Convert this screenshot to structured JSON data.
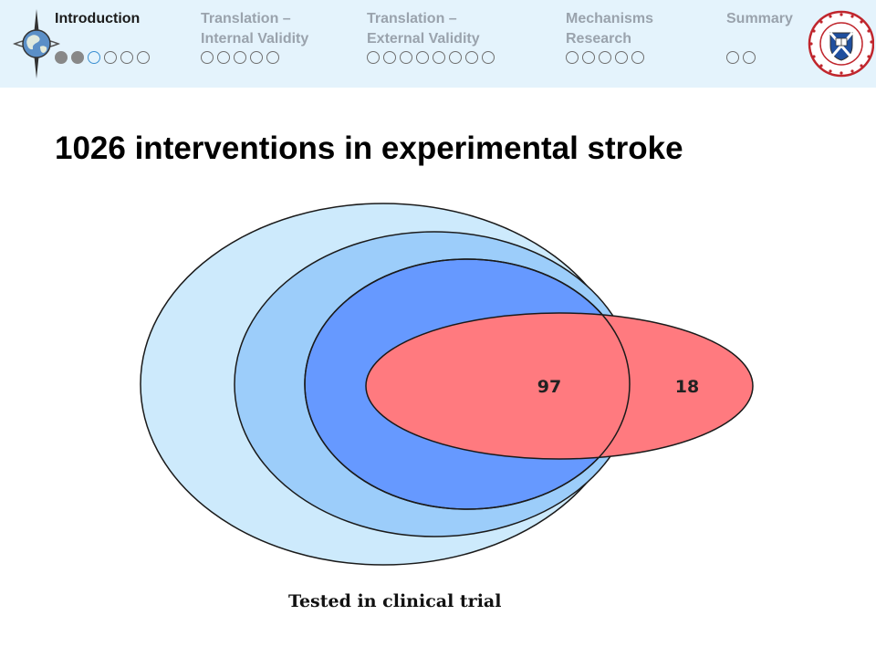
{
  "nav": {
    "sections": [
      {
        "label": "Introduction",
        "dots": 6,
        "filled": 2,
        "current": 2,
        "active": true
      },
      {
        "label": "Translation –\nInternal Validity",
        "dots": 5,
        "filled": 0,
        "current": -1,
        "active": false
      },
      {
        "label": "Translation –\nExternal Validity",
        "dots": 8,
        "filled": 0,
        "current": -1,
        "active": false
      },
      {
        "label": "Mechanisms\nResearch",
        "dots": 5,
        "filled": 0,
        "current": -1,
        "active": false
      },
      {
        "label": "Summary",
        "dots": 2,
        "filled": 0,
        "current": -1,
        "active": false
      }
    ],
    "logo_icon": "university-of-edinburgh-crest-icon",
    "compass_icon": "globe-compass-icon"
  },
  "slide": {
    "title": "1026 interventions in experimental stroke",
    "caption": "Tested in clinical trial"
  },
  "venn": {
    "labels": {
      "overlap": "97",
      "outside": "18"
    },
    "colors": {
      "outer": "#cdeafc",
      "middle": "#9ccdfa",
      "inner": "#6699ff",
      "trial": "#ff7a7f",
      "stroke": "#1a1a1a"
    }
  }
}
